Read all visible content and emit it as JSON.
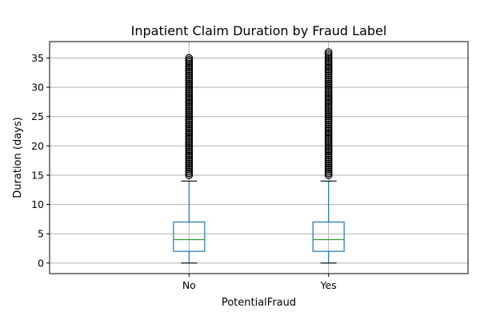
{
  "chart_data": {
    "type": "box",
    "title": "Inpatient Claim Duration by Fraud Label",
    "xlabel": "PotentialFraud",
    "ylabel": "Duration (days)",
    "categories": [
      "No",
      "Yes"
    ],
    "ylim": [
      -1.8,
      37.8
    ],
    "yticks": [
      0,
      5,
      10,
      15,
      20,
      25,
      30,
      35
    ],
    "grid": true,
    "colors": {
      "box": "#1f77b4",
      "median": "#2ca02c",
      "flier": "#000000",
      "grid": "#b0b0b0"
    },
    "boxes": [
      {
        "name": "No",
        "whisker_low": 0,
        "q1": 2,
        "median": 4,
        "q3": 7,
        "whisker_high": 14,
        "outliers": [
          15,
          16,
          17,
          18,
          19,
          20,
          21,
          22,
          23,
          24,
          25,
          26,
          27,
          28,
          29,
          30,
          31,
          32,
          33,
          34,
          35
        ]
      },
      {
        "name": "Yes",
        "whisker_low": 0,
        "q1": 2,
        "median": 4,
        "q3": 7,
        "whisker_high": 14,
        "outliers": [
          15,
          16,
          17,
          18,
          19,
          20,
          21,
          22,
          23,
          24,
          25,
          26,
          27,
          28,
          29,
          30,
          31,
          32,
          33,
          34,
          35,
          36
        ]
      }
    ]
  }
}
